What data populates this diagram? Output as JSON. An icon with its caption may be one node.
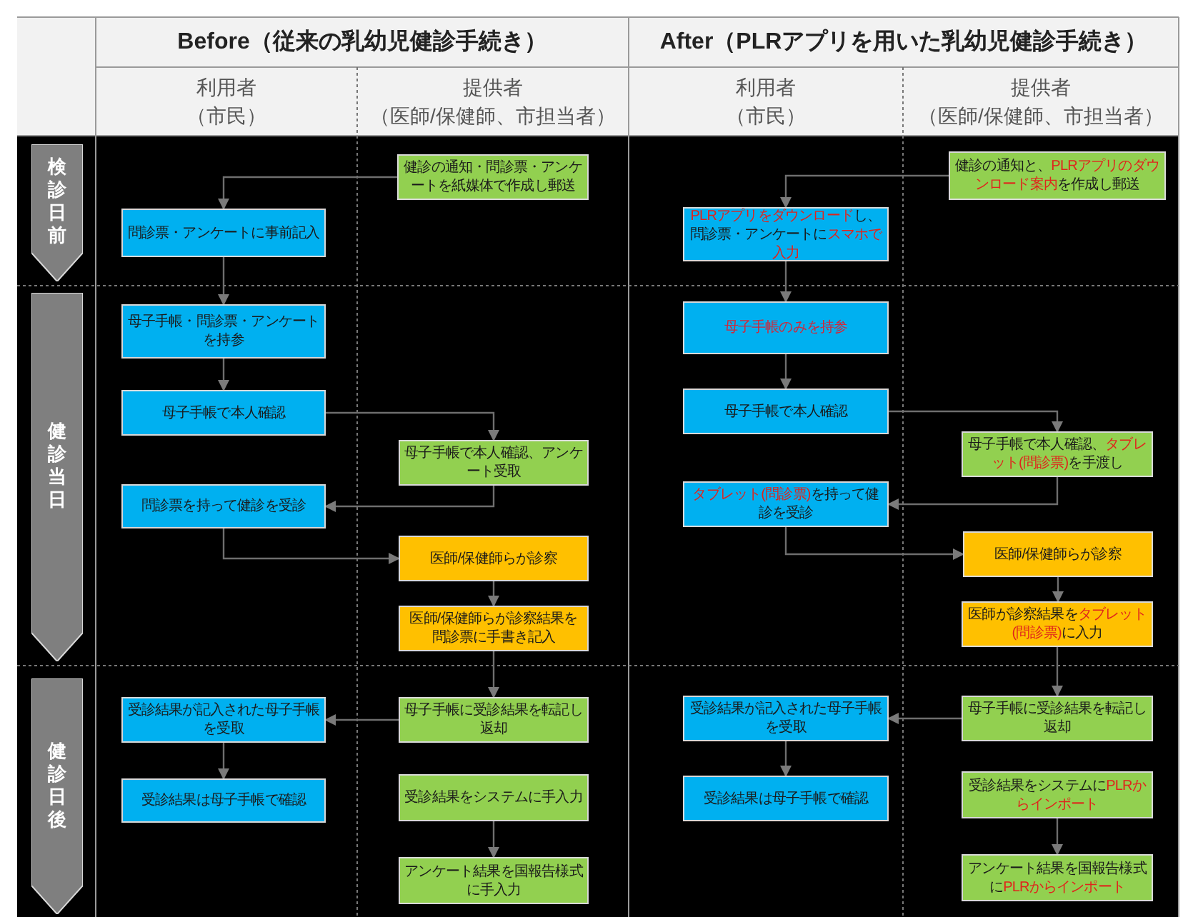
{
  "diagram": {
    "nodes": [
      {
        "text": [
          "検診日前"
        ]
      },
      {
        "text": [
          "健診当日"
        ]
      },
      {
        "text": [
          "健診日後"
        ]
      },
      {
        "text": [
          "健診の通知・問診票・アンケートを紙媒体で作成し郵送"
        ]
      },
      {
        "text": [
          "問診票・アンケートに事前記入"
        ]
      },
      {
        "text": [
          "母子手帳・問診票・アンケートを持参"
        ]
      },
      {
        "text": [
          "母子手帳で本人確認"
        ]
      },
      {
        "text": [
          "母子手帳で本人確認、アンケート受取"
        ]
      },
      {
        "text": [
          "問診票を持って健診を受診"
        ]
      },
      {
        "text": [
          "医師/保健師らが診察"
        ]
      },
      {
        "text": [
          "医師/保健師らが診察結果を問診票に手書き記入"
        ]
      },
      {
        "text": [
          "母子手帳に受診結果を転記し返却"
        ]
      },
      {
        "text": [
          "受診結果が記入された母子手帳を受取"
        ]
      },
      {
        "text": [
          "受診結果は母子手帳で確認"
        ]
      },
      {
        "text": [
          "受診結果をシステムに手入力"
        ]
      },
      {
        "text": [
          "アンケート結果を国報告様式に手入力"
        ]
      },
      {
        "text": [
          "健診の通知と、**PLRアプリのダウンロード案内**を作成し郵送"
        ]
      },
      {
        "text": [
          "**PLRアプリをダウンロード**し、問診票・アンケートに**スマホで入力**"
        ]
      },
      {
        "text": [
          "母子手帳のみを持参"
        ]
      },
      {
        "text": [
          "母子手帳で本人確認"
        ]
      },
      {
        "text": [
          "母子手帳で本人確認、**タブレット(問診票)**を手渡し"
        ]
      },
      {
        "text": [
          "**タブレット(問診票)**を持って健診を受診"
        ]
      },
      {
        "text": [
          "医師/保健師らが診察"
        ]
      },
      {
        "text": [
          "医師が診察結果を**タブレット(問診票)**に入力"
        ]
      },
      {
        "text": [
          "母子手帳に受診結果を転記し返却"
        ]
      },
      {
        "text": [
          "受診結果が記入された母子手帳を受取"
        ]
      },
      {
        "text": [
          "受診結果は母子手帳で確認"
        ]
      },
      {
        "text": [
          "受診結果をシステムに**PLRからインポート**"
        ]
      },
      {
        "text": [
          "アンケート結果を国報告様式に**PLRからインポート**"
        ]
      }
    ],
    "edges": [
      {
        "from": 3,
        "to": 4,
        "arrow": "to"
      },
      {
        "from": 4,
        "to": 5,
        "arrow": "to"
      },
      {
        "from": 5,
        "to": 6,
        "arrow": "to"
      },
      {
        "from": 6,
        "to": 7,
        "arrow": "to"
      },
      {
        "from": 7,
        "to": 8,
        "arrow": "to"
      },
      {
        "from": 8,
        "to": 9,
        "arrow": "to"
      },
      {
        "from": 9,
        "to": 10,
        "arrow": "to"
      },
      {
        "from": 10,
        "to": 11,
        "arrow": "to"
      },
      {
        "from": 11,
        "to": 12,
        "arrow": "to"
      },
      {
        "from": 12,
        "to": 13,
        "arrow": "to"
      },
      {
        "from": 14,
        "to": 15,
        "arrow": "to"
      },
      {
        "from": 16,
        "to": 17,
        "arrow": "to"
      },
      {
        "from": 17,
        "to": 18,
        "arrow": "to"
      },
      {
        "from": 18,
        "to": 19,
        "arrow": "to"
      },
      {
        "from": 19,
        "to": 20,
        "arrow": "to"
      },
      {
        "from": 20,
        "to": 21,
        "arrow": "to"
      },
      {
        "from": 21,
        "to": 22,
        "arrow": "to"
      },
      {
        "from": 22,
        "to": 23,
        "arrow": "to"
      },
      {
        "from": 23,
        "to": 24,
        "arrow": "to"
      },
      {
        "from": 24,
        "to": 25,
        "arrow": "to"
      },
      {
        "from": 25,
        "to": 26,
        "arrow": "to"
      },
      {
        "from": 27,
        "to": 28,
        "arrow": "to"
      }
    ],
    "labels": [
      "Before（従来の乳幼児健診手続き）",
      "After（PLRアプリを用いた乳幼児健診手続き）",
      "利用者",
      "（市民）",
      "提供者",
      "（医師/保健師、市担当者）",
      "利用者",
      "（市民）",
      "提供者",
      "（医師/保健師、市担当者）"
    ]
  }
}
